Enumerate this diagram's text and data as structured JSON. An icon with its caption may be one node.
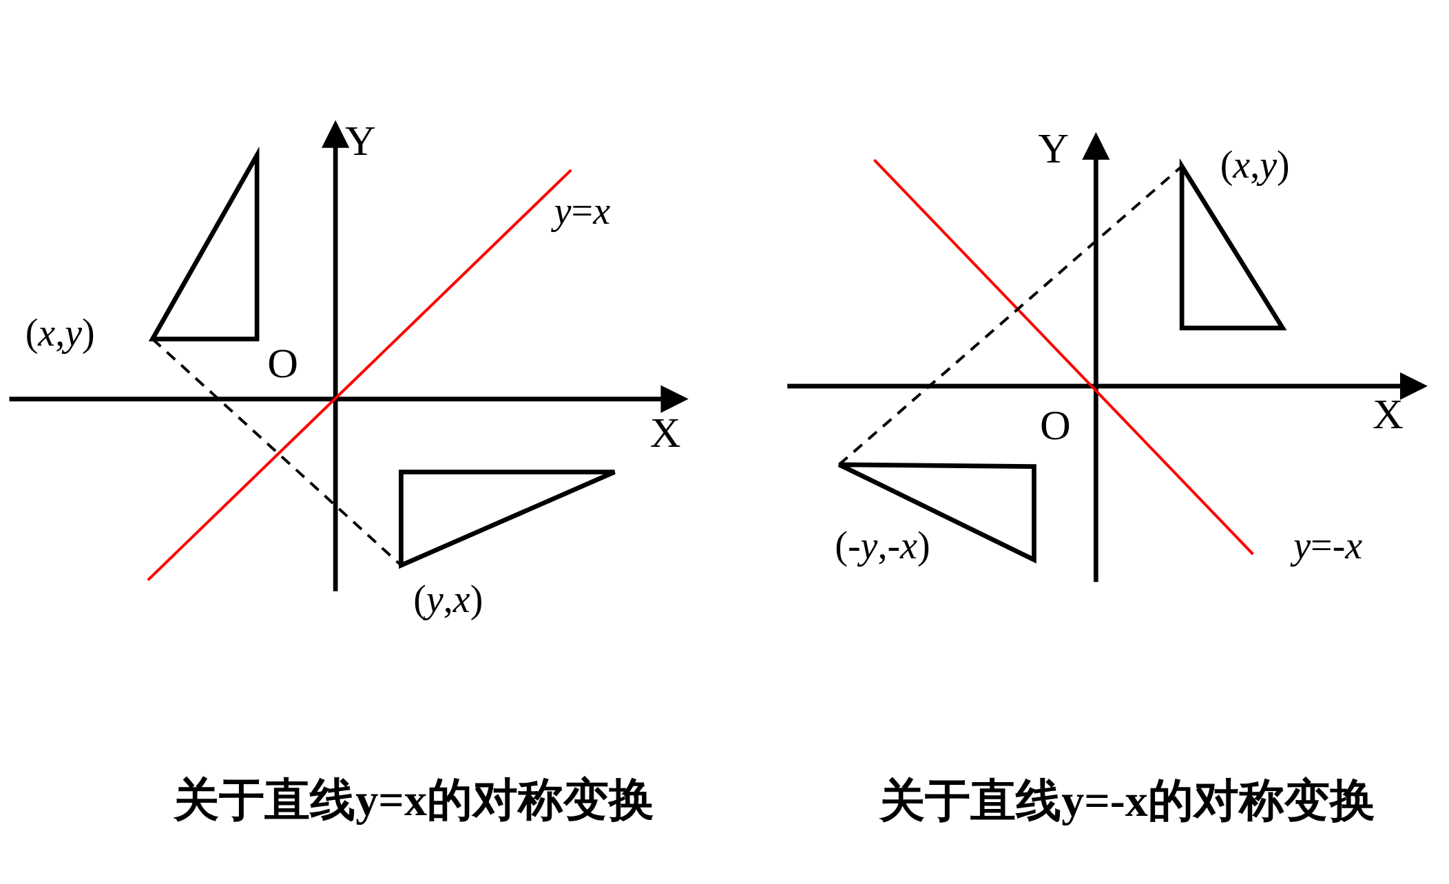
{
  "diagram": {
    "nodes": [
      {
        "text": [],
        "shape": "triangle"
      },
      {
        "text": [],
        "shape": "triangle"
      },
      {
        "text": [],
        "shape": "triangle"
      },
      {
        "text": [],
        "shape": "triangle"
      }
    ],
    "edges": [
      {
        "from": 0,
        "to": 1,
        "arrow": "none",
        "style": "dashed"
      },
      {
        "from": 3,
        "to": 2,
        "arrow": "none",
        "style": "dashed"
      }
    ],
    "labels": [
      "(*x*,*y*)",
      "Y",
      "*y*=*x*",
      "O",
      "X",
      "(*y*,*x*)",
      "Y",
      "(*x*,*y*)",
      "X",
      "O",
      "(-*y*,-*x*)",
      "*y*=-*x*",
      "关于直线y=x的对称变换",
      "关于直线y=-x的对称变换"
    ]
  }
}
